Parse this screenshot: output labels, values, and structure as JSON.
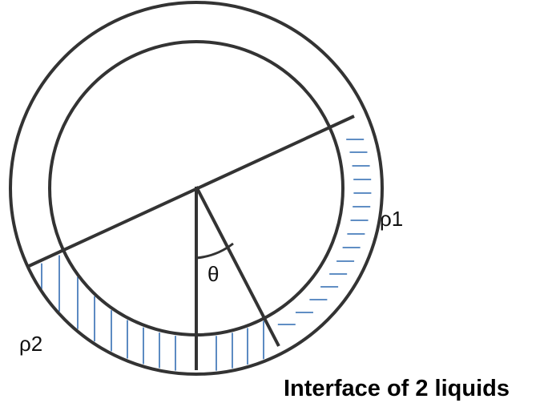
{
  "labels": {
    "rho1": "ρ1",
    "rho2": "ρ2",
    "theta": "θ",
    "caption": "Interface of 2 liquids"
  },
  "colors": {
    "stroke": "#333333",
    "hatch": "#4a7ebb",
    "background": "#ffffff"
  }
}
